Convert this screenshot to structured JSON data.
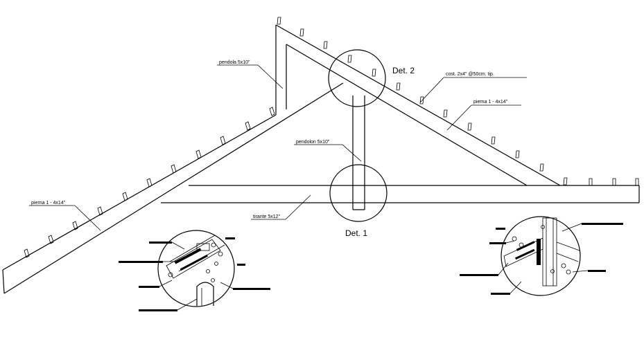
{
  "labels": {
    "pendola": "pendola 5x10\"",
    "costaneras": "cost. 2x4\" @50cm. tip.",
    "pierna_right": "pierna 1 - 4x14\"",
    "pierna_left": "pierna 1 - 4x14\"",
    "pendolon": "pendolon 5x10\"",
    "tirante": "tirante 5x12\""
  },
  "details": {
    "det2": "Det. 2",
    "det1": "Det. 1"
  }
}
